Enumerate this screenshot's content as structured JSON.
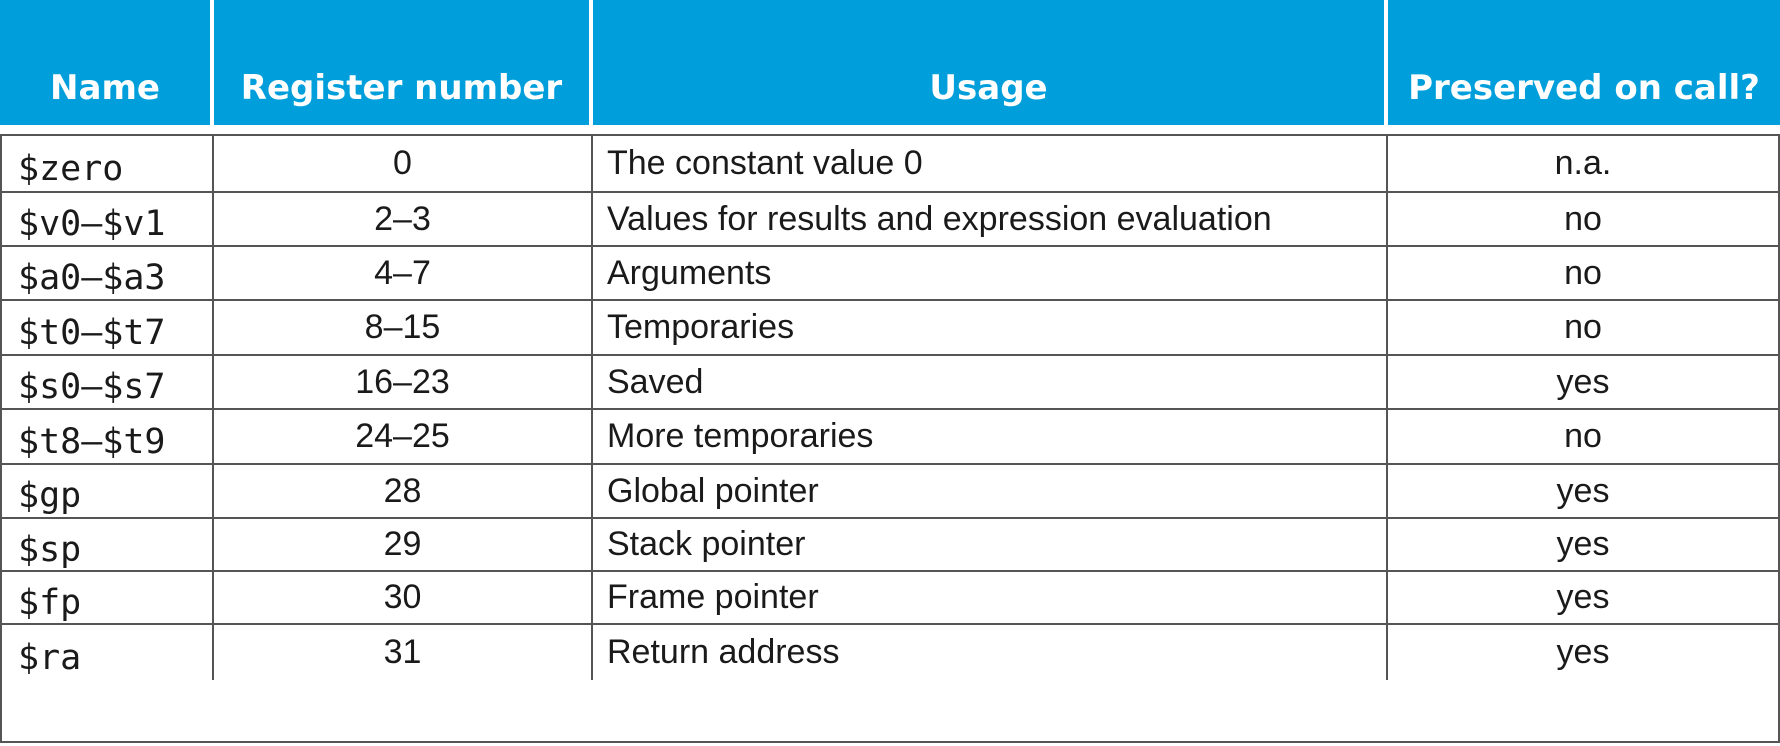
{
  "header": {
    "name": "Name",
    "register_number": "Register number",
    "usage": "Usage",
    "preserved": "Preserved on call?"
  },
  "rows": [
    {
      "name": "$zero",
      "number": "0",
      "usage": "The constant value 0",
      "preserved": "n.a."
    },
    {
      "name": "$v0–$v1",
      "number": "2–3",
      "usage": "Values for results and expression evaluation",
      "preserved": "no"
    },
    {
      "name": "$a0–$a3",
      "number": "4–7",
      "usage": "Arguments",
      "preserved": "no"
    },
    {
      "name": "$t0–$t7",
      "number": "8–15",
      "usage": "Temporaries",
      "preserved": "no"
    },
    {
      "name": "$s0–$s7",
      "number": "16–23",
      "usage": "Saved",
      "preserved": "yes"
    },
    {
      "name": "$t8–$t9",
      "number": "24–25",
      "usage": "More temporaries",
      "preserved": "no"
    },
    {
      "name": "$gp",
      "number": "28",
      "usage": "Global pointer",
      "preserved": "yes"
    },
    {
      "name": "$sp",
      "number": "29",
      "usage": "Stack pointer",
      "preserved": "yes"
    },
    {
      "name": "$fp",
      "number": "30",
      "usage": "Frame pointer",
      "preserved": "yes"
    },
    {
      "name": "$ra",
      "number": "31",
      "usage": "Return address",
      "preserved": "yes"
    }
  ],
  "colors": {
    "header_background": "#009fdb",
    "header_text": "#ffffff",
    "border": "#555555"
  }
}
